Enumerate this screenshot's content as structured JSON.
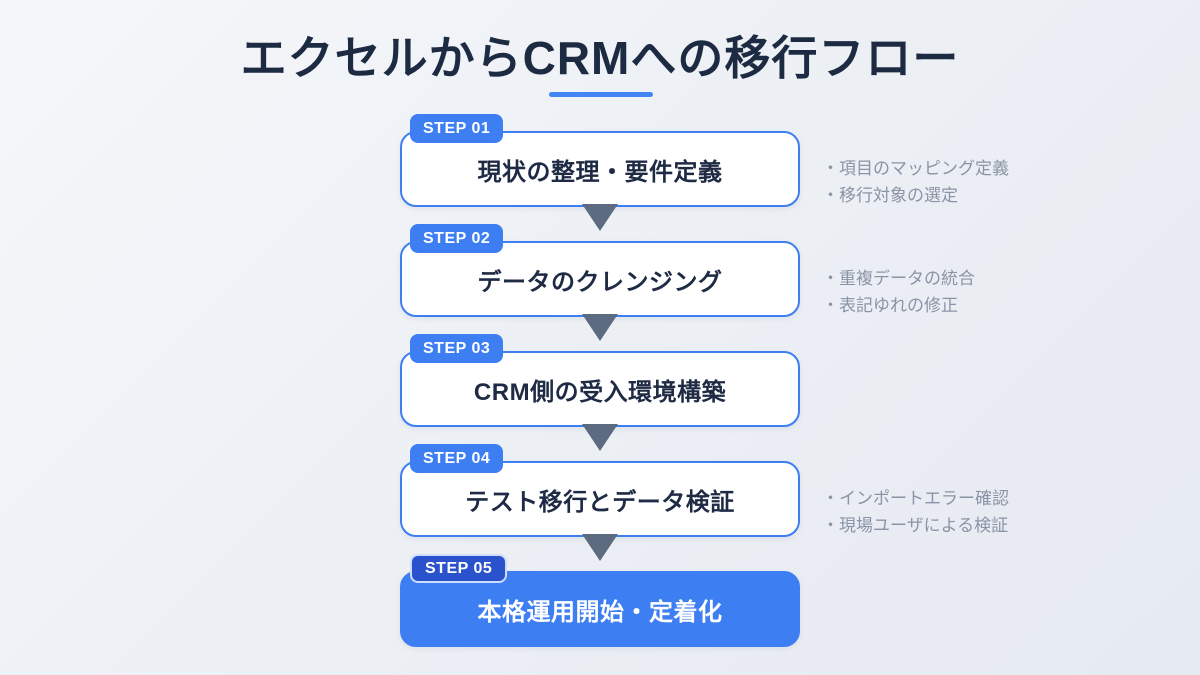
{
  "header": {
    "title": "エクセルからCRMへの移行フロー"
  },
  "colors": {
    "accent_blue": "#3d7ef2",
    "highlight_badge_blue": "#2a52cc",
    "underline_blue": "#4285f4",
    "title_text": "#1c2a42",
    "box_text": "#1f2b45",
    "note_text": "#8a94a6",
    "arrow_gray": "#5c6b80",
    "background_start": "#f5f7fa",
    "background_end": "#e6eaf1"
  },
  "steps": [
    {
      "badge": "STEP 01",
      "label": "現状の整理・要件定義",
      "notes": [
        "・項目のマッピング定義",
        "・移行対象の選定"
      ]
    },
    {
      "badge": "STEP 02",
      "label": "データのクレンジング",
      "notes": [
        "・重複データの統合",
        "・表記ゆれの修正"
      ]
    },
    {
      "badge": "STEP 03",
      "label": "CRM側の受入環境構築",
      "notes": []
    },
    {
      "badge": "STEP 04",
      "label": "テスト移行とデータ検証",
      "notes": [
        "・インポートエラー確認",
        "・現場ユーザによる検証"
      ]
    },
    {
      "badge": "STEP 05",
      "label": "本格運用開始・定着化",
      "notes": [],
      "highlighted": true
    }
  ]
}
